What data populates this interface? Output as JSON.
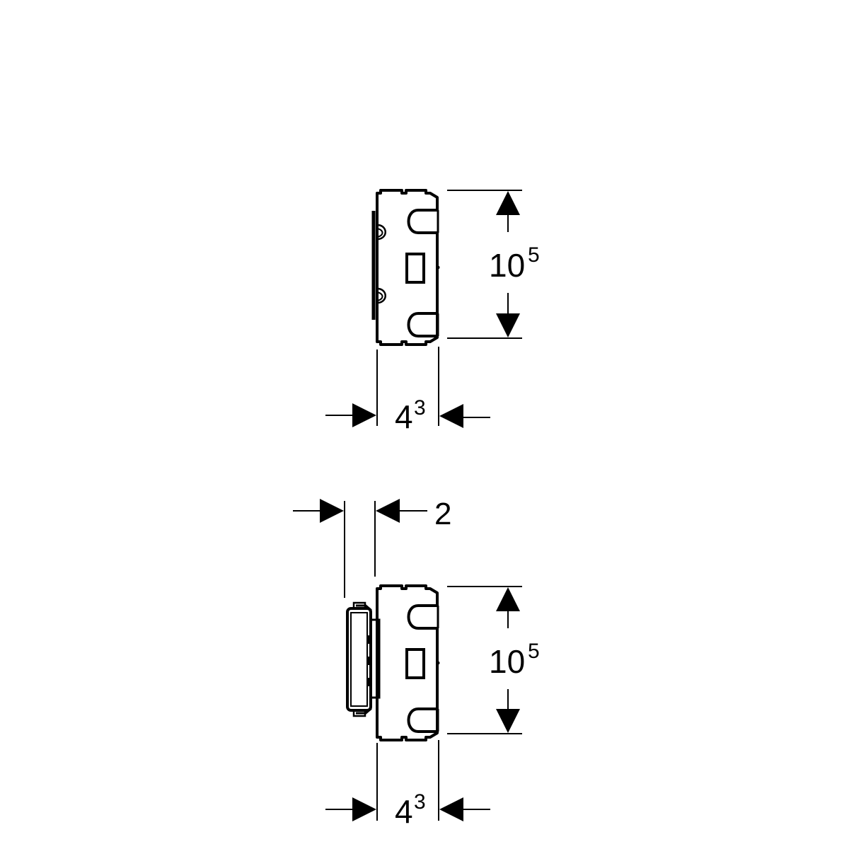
{
  "top_view": {
    "height": {
      "main": "10",
      "sup": "5"
    },
    "width": {
      "main": "4",
      "sup": "3"
    }
  },
  "bottom_view": {
    "offset": "2",
    "height": {
      "main": "10",
      "sup": "5"
    },
    "width": {
      "main": "4",
      "sup": "3"
    }
  },
  "colors": {
    "line": "#000000",
    "background": "#ffffff"
  }
}
